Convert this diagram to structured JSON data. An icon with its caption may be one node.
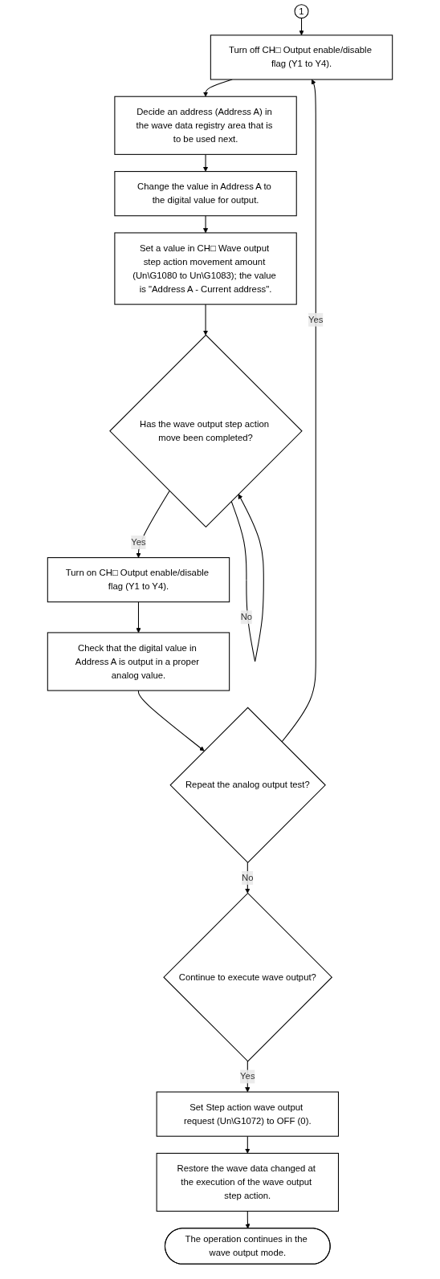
{
  "diagram": {
    "nodes": [
      {
        "text": [
          "1"
        ]
      },
      {
        "text": [
          "Turn off CH□ Output enable/disable flag (Y1 to Y4)."
        ]
      },
      {
        "text": [
          "Decide an address (Address A) in the wave data registry area that is to be used next."
        ]
      },
      {
        "text": [
          "Change the value in Address A to the digital value for output."
        ]
      },
      {
        "text": [
          "Set a value in CH□ Wave output step action movement amount (Un\\G1080 to Un\\G1083); the value is \"Address A - Current address\"."
        ]
      },
      {
        "text": [
          "Has the wave output step action move been completed?"
        ]
      },
      {
        "text": [
          "Turn on CH□ Output enable/disable flag (Y1 to Y4)."
        ]
      },
      {
        "text": [
          "Check that the digital value in Address A is output in a proper analog value."
        ]
      },
      {
        "text": [
          "Repeat the analog output test?"
        ]
      },
      {
        "text": [
          "Continue to execute wave output?"
        ]
      },
      {
        "text": [
          "Set Step action wave output request (Un\\G1072) to OFF (0)."
        ]
      },
      {
        "text": [
          "Restore the wave data changed at the execution of the wave output step action."
        ]
      },
      {
        "text": [
          "The operation continues in the wave output mode."
        ]
      }
    ],
    "edges": [
      {
        "from": 0,
        "to": 1,
        "arrow": "to"
      },
      {
        "from": 1,
        "to": 2,
        "arrow": "to"
      },
      {
        "from": 2,
        "to": 3,
        "arrow": "to"
      },
      {
        "from": 3,
        "to": 4,
        "arrow": "to"
      },
      {
        "from": 4,
        "to": 5,
        "arrow": "to"
      },
      {
        "from": 5,
        "to": 5,
        "arrow": "to",
        "label": "No"
      },
      {
        "from": 5,
        "to": 6,
        "arrow": "to",
        "label": "Yes"
      },
      {
        "from": 6,
        "to": 7,
        "arrow": "to"
      },
      {
        "from": 7,
        "to": 8,
        "arrow": "to"
      },
      {
        "from": 8,
        "to": 1,
        "arrow": "to",
        "label": "Yes"
      },
      {
        "from": 8,
        "to": 9,
        "arrow": "to",
        "label": "No"
      },
      {
        "from": 9,
        "to": 10,
        "arrow": "to",
        "label": "Yes"
      },
      {
        "from": 10,
        "to": 11,
        "arrow": "to"
      },
      {
        "from": 11,
        "to": 12,
        "arrow": "to"
      }
    ]
  }
}
